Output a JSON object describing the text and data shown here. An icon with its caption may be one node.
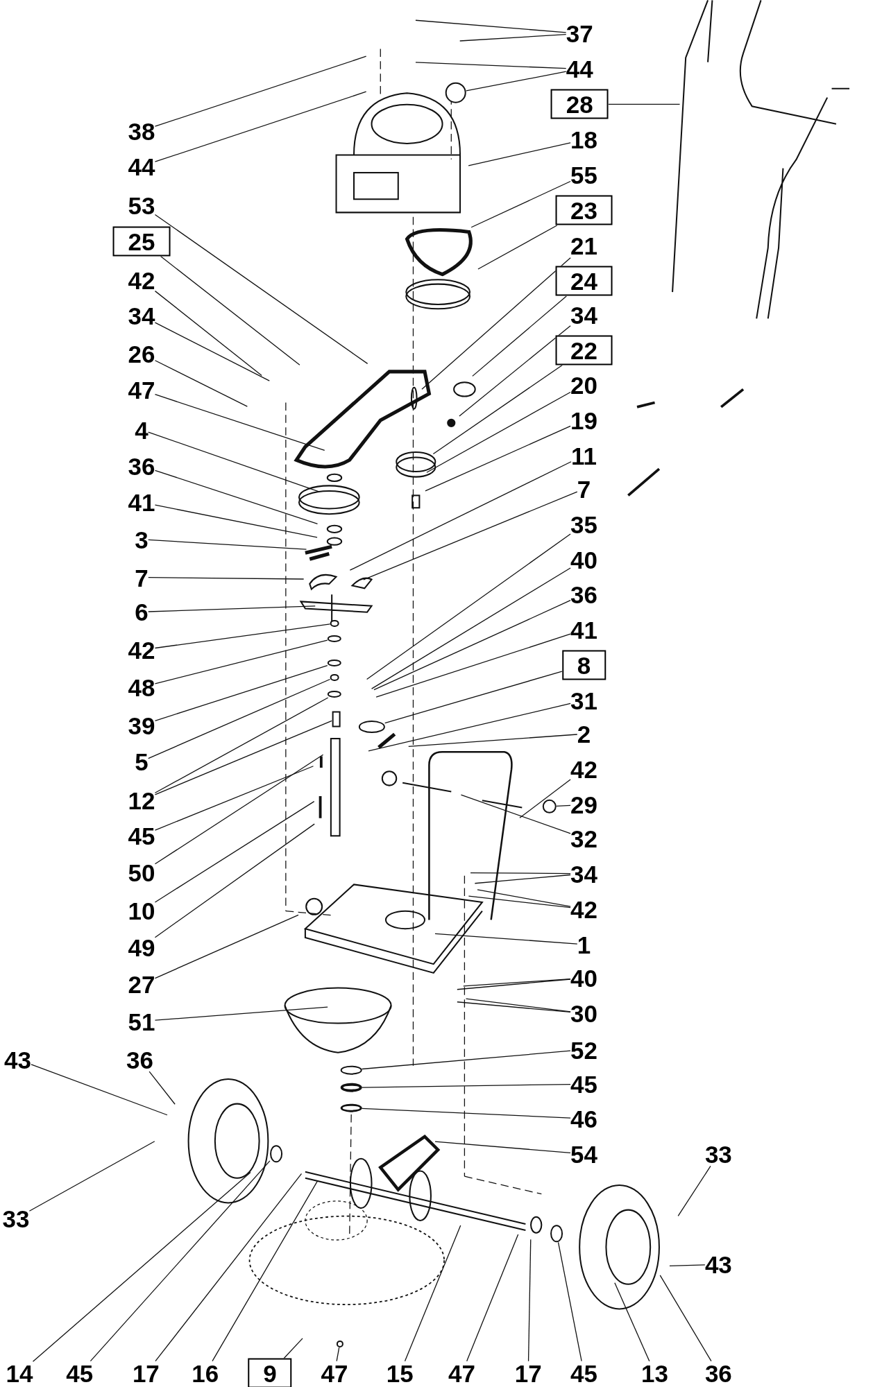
{
  "diagram": {
    "nodes": [
      {
        "text": [
          "38"
        ]
      },
      {
        "text": [
          "44"
        ]
      },
      {
        "text": [
          "53"
        ]
      },
      {
        "text": [
          "25"
        ]
      },
      {
        "text": [
          "42"
        ]
      },
      {
        "text": [
          "34"
        ]
      },
      {
        "text": [
          "26"
        ]
      },
      {
        "text": [
          "47"
        ]
      },
      {
        "text": [
          "4"
        ]
      },
      {
        "text": [
          "36"
        ]
      },
      {
        "text": [
          "41"
        ]
      },
      {
        "text": [
          "3"
        ]
      },
      {
        "text": [
          "7"
        ]
      },
      {
        "text": [
          "6"
        ]
      },
      {
        "text": [
          "42"
        ]
      },
      {
        "text": [
          "48"
        ]
      },
      {
        "text": [
          "39"
        ]
      },
      {
        "text": [
          "5"
        ]
      },
      {
        "text": [
          "12"
        ]
      },
      {
        "text": [
          "45"
        ]
      },
      {
        "text": [
          "50"
        ]
      },
      {
        "text": [
          "10"
        ]
      },
      {
        "text": [
          "49"
        ]
      },
      {
        "text": [
          "27"
        ]
      },
      {
        "text": [
          "51"
        ]
      },
      {
        "text": [
          "37"
        ]
      },
      {
        "text": [
          "44"
        ]
      },
      {
        "text": [
          "28"
        ]
      },
      {
        "text": [
          "18"
        ]
      },
      {
        "text": [
          "55"
        ]
      },
      {
        "text": [
          "23"
        ]
      },
      {
        "text": [
          "21"
        ]
      },
      {
        "text": [
          "24"
        ]
      },
      {
        "text": [
          "34"
        ]
      },
      {
        "text": [
          "22"
        ]
      },
      {
        "text": [
          "20"
        ]
      },
      {
        "text": [
          "19"
        ]
      },
      {
        "text": [
          "11"
        ]
      },
      {
        "text": [
          "7"
        ]
      },
      {
        "text": [
          "35"
        ]
      },
      {
        "text": [
          "40"
        ]
      },
      {
        "text": [
          "36"
        ]
      },
      {
        "text": [
          "41"
        ]
      },
      {
        "text": [
          "8"
        ]
      },
      {
        "text": [
          "31"
        ]
      },
      {
        "text": [
          "2"
        ]
      },
      {
        "text": [
          "42"
        ]
      },
      {
        "text": [
          "29"
        ]
      },
      {
        "text": [
          "32"
        ]
      },
      {
        "text": [
          "34"
        ]
      },
      {
        "text": [
          "42"
        ]
      },
      {
        "text": [
          "1"
        ]
      },
      {
        "text": [
          "40"
        ]
      },
      {
        "text": [
          "30"
        ]
      },
      {
        "text": [
          "52"
        ]
      },
      {
        "text": [
          "45"
        ]
      },
      {
        "text": [
          "46"
        ]
      },
      {
        "text": [
          "54"
        ]
      },
      {
        "text": [
          "43"
        ]
      },
      {
        "text": [
          "36"
        ]
      },
      {
        "text": [
          "33"
        ]
      },
      {
        "text": [
          "33"
        ]
      },
      {
        "text": [
          "43"
        ]
      },
      {
        "text": [
          "14"
        ]
      },
      {
        "text": [
          "45"
        ]
      },
      {
        "text": [
          "17"
        ]
      },
      {
        "text": [
          "16"
        ]
      },
      {
        "text": [
          "9"
        ]
      },
      {
        "text": [
          "47"
        ]
      },
      {
        "text": [
          "15"
        ]
      },
      {
        "text": [
          "47"
        ]
      },
      {
        "text": [
          "17"
        ]
      },
      {
        "text": [
          "45"
        ]
      },
      {
        "text": [
          "13"
        ]
      },
      {
        "text": [
          "36"
        ]
      },
      {
        "text": [],
        "shape": "circle"
      },
      {
        "text": [],
        "shape": "circle"
      },
      {
        "text": [],
        "shape": "circle"
      },
      {
        "text": [],
        "shape": "circle"
      },
      {
        "text": [],
        "shape": "circle"
      },
      {
        "text": [],
        "shape": "circle"
      },
      {
        "text": [],
        "shape": "circle"
      },
      {
        "text": [],
        "shape": "circle"
      },
      {
        "text": [],
        "shape": "circle"
      },
      {
        "text": [],
        "shape": "circle"
      },
      {
        "text": [],
        "shape": "circle"
      },
      {
        "text": [],
        "shape": "circle"
      },
      {
        "text": [],
        "shape": "box"
      },
      {
        "text": [],
        "shape": "circle"
      },
      {
        "text": [],
        "shape": "circle"
      }
    ],
    "edges": [
      {
        "from": 0,
        "to": null,
        "arrow": "none"
      },
      {
        "from": 1,
        "to": null,
        "arrow": "none"
      },
      {
        "from": 2,
        "to": null,
        "arrow": "none"
      },
      {
        "from": 3,
        "to": null,
        "arrow": "none"
      },
      {
        "from": 4,
        "to": null,
        "arrow": "none"
      },
      {
        "from": 5,
        "to": null,
        "arrow": "none"
      },
      {
        "from": 6,
        "to": null,
        "arrow": "none"
      },
      {
        "from": 7,
        "to": null,
        "arrow": "none"
      },
      {
        "from": 8,
        "to": null,
        "arrow": "none"
      },
      {
        "from": 9,
        "to": null,
        "arrow": "none"
      },
      {
        "from": 10,
        "to": null,
        "arrow": "none"
      },
      {
        "from": 11,
        "to": null,
        "arrow": "none"
      },
      {
        "from": 12,
        "to": null,
        "arrow": "none"
      },
      {
        "from": 13,
        "to": null,
        "arrow": "none"
      },
      {
        "from": 14,
        "to": 88,
        "arrow": "none"
      },
      {
        "from": 15,
        "to": 75,
        "arrow": "none"
      },
      {
        "from": 16,
        "to": 76,
        "arrow": "none"
      },
      {
        "from": 17,
        "to": 89,
        "arrow": "none"
      },
      {
        "from": 18,
        "to": 77,
        "arrow": "none"
      },
      {
        "from": 18,
        "to": 87,
        "arrow": "none"
      },
      {
        "from": 19,
        "to": null,
        "arrow": "none"
      },
      {
        "from": 20,
        "to": null,
        "arrow": "none"
      },
      {
        "from": 21,
        "to": null,
        "arrow": "none"
      },
      {
        "from": 22,
        "to": null,
        "arrow": "none"
      },
      {
        "from": 23,
        "to": null,
        "arrow": "none"
      },
      {
        "from": 24,
        "to": null,
        "arrow": "none"
      },
      {
        "from": 25,
        "to": null,
        "arrow": "none"
      },
      {
        "from": 25,
        "to": null,
        "arrow": "none"
      },
      {
        "from": 26,
        "to": null,
        "arrow": "none"
      },
      {
        "from": 26,
        "to": 78,
        "arrow": "none"
      },
      {
        "from": 27,
        "to": null,
        "arrow": "none"
      },
      {
        "from": 28,
        "to": null,
        "arrow": "none"
      },
      {
        "from": 29,
        "to": null,
        "arrow": "none"
      },
      {
        "from": 30,
        "to": null,
        "arrow": "none"
      },
      {
        "from": 31,
        "to": null,
        "arrow": "none"
      },
      {
        "from": 32,
        "to": null,
        "arrow": "none"
      },
      {
        "from": 33,
        "to": null,
        "arrow": "none"
      },
      {
        "from": 34,
        "to": null,
        "arrow": "none"
      },
      {
        "from": 35,
        "to": null,
        "arrow": "none"
      },
      {
        "from": 36,
        "to": null,
        "arrow": "none"
      },
      {
        "from": 37,
        "to": null,
        "arrow": "none"
      },
      {
        "from": 38,
        "to": null,
        "arrow": "none"
      },
      {
        "from": 39,
        "to": null,
        "arrow": "none"
      },
      {
        "from": 40,
        "to": null,
        "arrow": "none"
      },
      {
        "from": 41,
        "to": null,
        "arrow": "none"
      },
      {
        "from": 42,
        "to": null,
        "arrow": "none"
      },
      {
        "from": 43,
        "to": 79,
        "arrow": "none"
      },
      {
        "from": 44,
        "to": null,
        "arrow": "none"
      },
      {
        "from": 45,
        "to": null,
        "arrow": "none"
      },
      {
        "from": 46,
        "to": null,
        "arrow": "none"
      },
      {
        "from": 47,
        "to": 80,
        "arrow": "none"
      },
      {
        "from": 48,
        "to": null,
        "arrow": "none"
      },
      {
        "from": 49,
        "to": null,
        "arrow": "none"
      },
      {
        "from": 49,
        "to": null,
        "arrow": "none"
      },
      {
        "from": 50,
        "to": null,
        "arrow": "none"
      },
      {
        "from": 50,
        "to": null,
        "arrow": "none"
      },
      {
        "from": 51,
        "to": null,
        "arrow": "none"
      },
      {
        "from": 52,
        "to": null,
        "arrow": "none"
      },
      {
        "from": 52,
        "to": null,
        "arrow": "none"
      },
      {
        "from": 53,
        "to": null,
        "arrow": "none"
      },
      {
        "from": 53,
        "to": null,
        "arrow": "none"
      },
      {
        "from": 54,
        "to": 81,
        "arrow": "none"
      },
      {
        "from": 55,
        "to": 82,
        "arrow": "none"
      },
      {
        "from": 56,
        "to": 83,
        "arrow": "none"
      },
      {
        "from": 57,
        "to": null,
        "arrow": "none"
      },
      {
        "from": 58,
        "to": null,
        "arrow": "none"
      },
      {
        "from": 59,
        "to": null,
        "arrow": "none"
      },
      {
        "from": 60,
        "to": null,
        "arrow": "none"
      },
      {
        "from": 61,
        "to": null,
        "arrow": "none"
      },
      {
        "from": 62,
        "to": null,
        "arrow": "none"
      },
      {
        "from": 63,
        "to": null,
        "arrow": "none"
      },
      {
        "from": 64,
        "to": 84,
        "arrow": "none"
      },
      {
        "from": 65,
        "to": null,
        "arrow": "none"
      },
      {
        "from": 66,
        "to": null,
        "arrow": "none"
      },
      {
        "from": 67,
        "to": null,
        "arrow": "none"
      },
      {
        "from": 68,
        "to": 85,
        "arrow": "none"
      },
      {
        "from": 69,
        "to": null,
        "arrow": "none"
      },
      {
        "from": 70,
        "to": null,
        "arrow": "none"
      },
      {
        "from": 71,
        "to": null,
        "arrow": "none"
      },
      {
        "from": 72,
        "to": 86,
        "arrow": "none"
      },
      {
        "from": 73,
        "to": null,
        "arrow": "none"
      },
      {
        "from": 74,
        "to": null,
        "arrow": "none"
      }
    ]
  }
}
